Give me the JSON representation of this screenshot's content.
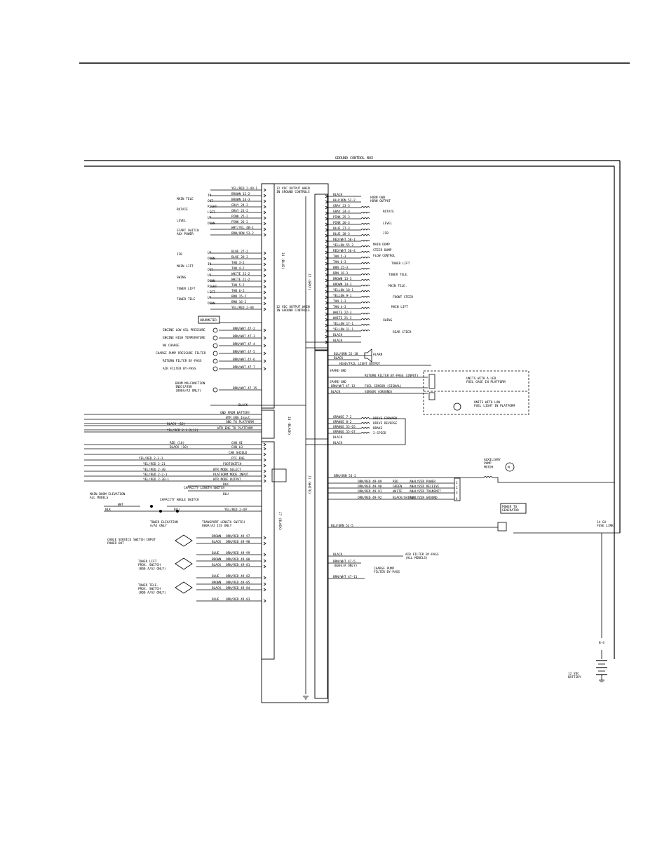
{
  "page": {
    "top_rule": true
  },
  "box_title": "GROUND CONTROL BOX",
  "connectors": {
    "j4": "J4 (BLUE)",
    "j2": "J2 (GRAY)",
    "j8": "J8 (BLACK)",
    "j7": "J7 (BLACK)",
    "j1": "J1 (WHITE)"
  },
  "j4_top_note": "12 VDC OUTPUT WHEN\nIN GROUND CONTROLS",
  "j4_mid_note": "12 VDC OUTPUT WHEN\nIN GROUND CONTROLS",
  "j4_left": {
    "wires": [
      "YEL/RED 2-49-1",
      "BROWN 12-2",
      "BROWN 14-3",
      "GRAY 24-2",
      "GRAY 23-2",
      "PINK 25-2",
      "PINK 26-2",
      "WHT/YEL 48-1",
      "BRN/ORN 53-2",
      "BLUE 27-2",
      "BLUE 28-2",
      "TAN 3-2",
      "TAN 4-2",
      "WHITE 22-2",
      "WHITE 21-2",
      "TAN 5-2",
      "TAN 6-2",
      "BRN 15-2",
      "BRN 16-2",
      "YEL/RED 2-48"
    ],
    "groups": [
      "MAIN TELE",
      "ROTATE",
      "LEVEL",
      "START SWITCH\nAUX POWER",
      "JIB",
      "MAIN LIFT",
      "SWING",
      "TOWER LIFT",
      "TOWER TELE"
    ],
    "dir": [
      "IN",
      "OUT",
      "RIGHT",
      "LEFT",
      "UP",
      "DOWN",
      "UP",
      "DOWN",
      "IN",
      "OUT",
      "UP",
      "DOWN",
      "RIGHT",
      "LEFT",
      "UP",
      "DOWN",
      "IN",
      "OUT"
    ]
  },
  "sensors": {
    "hourmeter": "HOURMETER",
    "items": [
      "ENGINE LOW OIL PRESSURE",
      "ENGINE HIGH TEMPERATURE",
      "NO CHARGE",
      "CHARGE PUMP PRESSURE FILTER",
      "RETURN FILTER BY-PASS",
      "AIR FILTER BY-PASS"
    ],
    "wires": [
      "BRN/WHT 47-2",
      "BRN/WHT 47-3",
      "BRN/WHT 47-4",
      "BRN/WHT 47-5",
      "BRN/WHT 47-6",
      "BRN/WHT 47-7"
    ],
    "boom": "BOOM MALFUNCTION\nINDICATOR\n(800A/AJ ONLY)",
    "boom_wire": "BRN/WHT 47-15",
    "black": "BLACK"
  },
  "j2_right": {
    "wires": [
      "BLACK",
      "BLU/ORN 52-2",
      "GRAY 23-3",
      "GRAY 24-3",
      "PINK 25-3",
      "PINK 26-3",
      "BLUE 27-3",
      "BLUE 28-3",
      "RED/WHT 58-1",
      "YELLOW 55-2",
      "RED/WHT 56-4",
      "TAN 5-3",
      "TAN 6-3",
      "BRN 15-3",
      "BRN 16-3",
      "BROWN 13-3",
      "BROWN 14-3",
      "YELLOW 10-1",
      "YELLOW 9-1",
      "TAN 3-3",
      "TAN 4-3",
      "WHITE 22-3",
      "WHITE 21-3",
      "YELLOW 17-1",
      "YELLOW 11-1",
      "BLACK",
      "BLACK"
    ],
    "labels": [
      "HORN GND\nHORN OUTPUT",
      "ROTATE",
      "LEVEL",
      "JIB",
      "MAIN DUMP",
      "STEER DUMP",
      "FLOW CONTROL",
      "TOWER LIFT",
      "TOWER TELE.",
      "MAIN TELE.",
      "FRONT STEER",
      "MAIN LIFT",
      "SWING",
      "REAR STEER"
    ],
    "dir": [
      "LEFT",
      "RIGHT",
      "UP",
      "DOWN",
      "UP",
      "DOWN",
      "UP",
      "DOWN",
      "IN",
      "OUT",
      "IN",
      "OUT",
      "RIGHT",
      "LEFT",
      "UP",
      "DOWN",
      "RIGHT",
      "LEFT",
      "RIGHT",
      "LEFT"
    ]
  },
  "horn": {
    "wire": "BLU/ORN 52-18",
    "black": "BLACK",
    "label": "HLARN"
  },
  "head_tail": "HEAD/TAIL LIGHT OUTPUT",
  "spare": [
    "SPARE-GND",
    "SPARE-GND"
  ],
  "ret_filter": "RETURN FILTER BY-PASS (INPUT)",
  "fuel": {
    "w1": "BRN/WHT 47-12",
    "w1_label": "FUEL SENSOR (SIGNAL)",
    "w2": "BLACK",
    "w2_label": "SENSOR (GROUND)",
    "led_note": "UNITS WITH A LED\nFUEL GAGE IN PLATFORM",
    "low_note": "UNITS WITH LOW\nFUEL LIGHT IN PLATFORM"
  },
  "j8_left": [
    "GND FROM BATTERY",
    "WTR ENG Input",
    "GND TO PLATFORM",
    "BLACK (12)",
    "YEL/RED 2-1-2(12)",
    "WTR ENG TO PLATFORM"
  ],
  "j7_left": [
    "RED (10)",
    "BLACK (10)",
    "CAN HI",
    "CAN LO",
    "CAN SHIELD",
    "PTF ENG",
    "YEL/RED 2-3-1",
    "YEL/RED 2-21",
    "YEL/RED 2-30",
    "YEL/RED 2-2-1",
    "YEL/RED 2-30-1",
    "FOOTSWITCH",
    "WTR MODE SELECT",
    "PLATFORM MODE INPUT",
    "WTR MODE OUTPUT"
  ],
  "drive": {
    "wires": [
      "ORANGE 7-2",
      "ORANGE 8-2",
      "ORANGE 55-65",
      "ORANGE 55-67",
      "BLACK",
      "BLACK"
    ],
    "labels": [
      "DRIVE FORWARD",
      "DRIVE REVERSE",
      "BRAKE",
      "2-SPEED"
    ]
  },
  "switches": {
    "cap_len": "CAPACITY LENGTH SWITCH",
    "cap_ang": "CAPACITY ANGLE SWITCH",
    "main_boom": "MAIN BOOM ELEVATION\nALL MODELS",
    "tower_elev": "TOWER ELEVATION\nA/AJ ONLY",
    "transport": "TRANSPORT LENGTH SWITCH\n800A/AJ ICE ONLY",
    "cable": "CABLE SERVICE SWITCH   INPUT\nPOWER OUT",
    "tower_lift_prox": "TOWER LIFT\nPROX. SWITCH\n(800 A/AJ ONLY)",
    "tower_tele_prox": "TOWER TELE.\nPROX. SWITCH\n(800 A/AJ ONLY)",
    "wires": [
      "BLK",
      "BLU",
      "WHT",
      "BLK",
      "BLU",
      "WHT",
      "YEL/RED 2-49",
      "BROWN",
      "BLACK",
      "BLUE",
      "ORN/RED 49-97",
      "ORN/RED 49-98",
      "ORN/RED 49-99",
      "ORN/RED 49-80",
      "ORN/RED 49-81",
      "ORN/RED 49-82",
      "ORN/RED 49-85",
      "ORN/RED 49-84",
      "ORN/RED 49-83"
    ]
  },
  "analyzer": {
    "wire": "BRN/ORN 53-2",
    "wires": [
      "ORN/RED 49-89",
      "ORN/RED 49-90",
      "ORN/RED 49-91",
      "ORN/RED 49-92"
    ],
    "colors": [
      "RED",
      "GREEN",
      "WHITE",
      "BLACK/SHIELD"
    ],
    "labels": [
      "ANALYZER POWER",
      "ANALYZER RECEIVE",
      "ANALYZER TRANSMIT",
      "ANALYZER GROUND"
    ],
    "pump": "AUXILIARY\nPUMP\nMOTOR"
  },
  "right_side": {
    "blu_orn": "BLU/ORN 52-5",
    "power_to": "POWER TO\nGENERATOR",
    "fuse": "14 GA\nFUSE LINK",
    "b4": "B-4",
    "battery": "12 VDC\nBATTERY"
  },
  "air_filter": {
    "w1": "BLACK",
    "w2": "BRN/WHT 47-5",
    "w3": "BRN/WHT 47-11",
    "note": "(600S/A ONLY)",
    "label": "AIR FILTER BY-PASS\n(ALL MODELS)",
    "charge": "CHARGE PUMP\nFILTER BY-PASS"
  }
}
